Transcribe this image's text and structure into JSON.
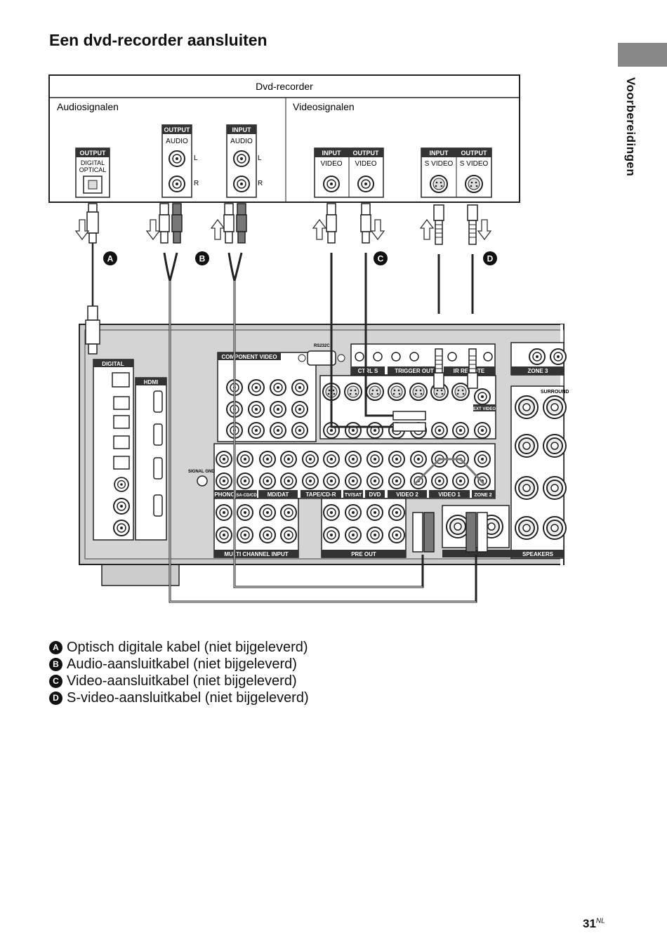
{
  "page": {
    "title": "Een dvd-recorder aansluiten",
    "side_tab": "Voorbereidingen",
    "page_number": "31",
    "page_suffix": "NL"
  },
  "recorder": {
    "title": "Dvd-recorder",
    "audio_section": "Audiosignalen",
    "video_section": "Videosignalen",
    "output": "OUTPUT",
    "input": "INPUT",
    "digital": "DIGITAL",
    "optical": "OPTICAL",
    "audio": "AUDIO",
    "video": "VIDEO",
    "svideo": "S VIDEO",
    "l": "L",
    "r": "R"
  },
  "callouts": [
    "A",
    "B",
    "C",
    "D"
  ],
  "receiver": {
    "digital": "DIGITAL",
    "hdmi": "HDMI",
    "component_video": "COMPONENT VIDEO",
    "ctrl_s": "CTRL S",
    "trigger_out": "TRIGGER OUT",
    "ir_remote": "IR REMOTE",
    "zone3": "ZONE 3",
    "speakers": "SPEAKERS",
    "phono": "PHONO",
    "sa_cd": "SA-CD/CD",
    "md_dat": "MD/DAT",
    "tape_cd_r": "TAPE/CD-R",
    "tv_sat": "TV/SAT",
    "dvd": "DVD",
    "video2": "VIDEO 2",
    "video1": "VIDEO 1",
    "zone2": "ZONE 2",
    "multi_channel_input": "MULTI CHANNEL INPUT",
    "pre_out": "PRE OUT",
    "ext_video": "EXT VIDEO",
    "rs232c": "RS232C",
    "signal_gnd": "SIGNAL GND",
    "surround": "SURROUND"
  },
  "legend": [
    {
      "badge": "A",
      "text": "Optisch digitale kabel (niet bijgeleverd)"
    },
    {
      "badge": "B",
      "text": "Audio-aansluitkabel (niet bijgeleverd)"
    },
    {
      "badge": "C",
      "text": "Video-aansluitkabel (niet bijgeleverd)"
    },
    {
      "badge": "D",
      "text": "S-video-aansluitkabel (niet bijgeleverd)"
    }
  ]
}
